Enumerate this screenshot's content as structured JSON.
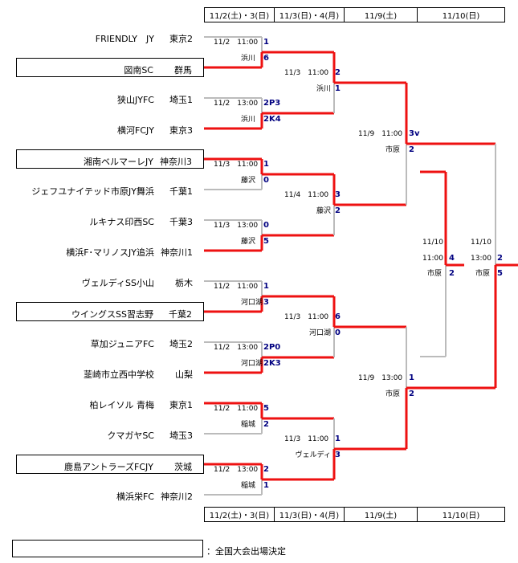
{
  "dates": [
    "11/2(土)・3(日)",
    "11/3(日)・4(月)",
    "11/9(土)",
    "11/10(日)"
  ],
  "colors": {
    "winner": "#ee1111",
    "loser": "#bbbbbb",
    "score": "#000080"
  },
  "teams": [
    {
      "name": "FRIENDLY　JY",
      "pref": "東京2",
      "qualified": false
    },
    {
      "name": "図南SC",
      "pref": "群馬",
      "qualified": true
    },
    {
      "name": "狭山JYFC",
      "pref": "埼玉1",
      "qualified": false
    },
    {
      "name": "横河FCJY",
      "pref": "東京3",
      "qualified": false
    },
    {
      "name": "湘南ベルマーレJY",
      "pref": "神奈川3",
      "qualified": true
    },
    {
      "name": "ジェフユナイテッド市原JY舞浜",
      "pref": "千葉1",
      "qualified": false
    },
    {
      "name": "ルキナス印西SC",
      "pref": "千葉3",
      "qualified": false
    },
    {
      "name": "横浜F･マリノスJY追浜",
      "pref": "神奈川1",
      "qualified": false
    },
    {
      "name": "ヴェルディSS小山",
      "pref": "栃木",
      "qualified": false
    },
    {
      "name": "ウイングスSS習志野",
      "pref": "千葉2",
      "qualified": true
    },
    {
      "name": "草加ジュニアFC",
      "pref": "埼玉2",
      "qualified": false
    },
    {
      "name": "韮崎市立西中学校",
      "pref": "山梨",
      "qualified": false
    },
    {
      "name": "柏レイソル 青梅",
      "pref": "東京1",
      "qualified": false
    },
    {
      "name": "クマガヤSC",
      "pref": "埼玉3",
      "qualified": false
    },
    {
      "name": "鹿島アントラーズFCJY",
      "pref": "茨城",
      "qualified": true
    },
    {
      "name": "横浜栄FC",
      "pref": "神奈川2",
      "qualified": false
    }
  ],
  "round1": [
    {
      "time": "11/2　11:00",
      "venue": "浜川",
      "top": "1",
      "bottom": "6"
    },
    {
      "time": "11/2　13:00",
      "venue": "浜川",
      "top": "2P3",
      "bottom": "2K4"
    },
    {
      "time": "11/3　11:00",
      "venue": "藤沢",
      "top": "1",
      "bottom": "0"
    },
    {
      "time": "11/3　13:00",
      "venue": "藤沢",
      "top": "0",
      "bottom": "5"
    },
    {
      "time": "11/2　11:00",
      "venue": "河口湖",
      "top": "1",
      "bottom": "3"
    },
    {
      "time": "11/2　13:00",
      "venue": "河口湖",
      "top": "2P0",
      "bottom": "2K3"
    },
    {
      "time": "11/2　11:00",
      "venue": "稲城",
      "top": "5",
      "bottom": "2"
    },
    {
      "time": "11/2　13:00",
      "venue": "稲城",
      "top": "2",
      "bottom": "1"
    }
  ],
  "round2": [
    {
      "time": "11/3　11:00",
      "venue": "浜川",
      "top": "2",
      "bottom": "1"
    },
    {
      "time": "11/4　11:00",
      "venue": "藤沢",
      "top": "3",
      "bottom": "2"
    },
    {
      "time": "11/3　11:00",
      "venue": "河口湖",
      "top": "6",
      "bottom": "0"
    },
    {
      "time": "11/3　11:00",
      "venue": "ヴェルディ",
      "top": "1",
      "bottom": "3"
    }
  ],
  "round3": [
    {
      "time": "11/9　11:00",
      "venue": "市原",
      "top": "3v",
      "bottom": "2"
    },
    {
      "time": "11/9　13:00",
      "venue": "市原",
      "top": "1",
      "bottom": "2"
    }
  ],
  "final_left": {
    "date": "11/10",
    "time": "11:00",
    "venue": "市原",
    "top": "4",
    "bottom": "2"
  },
  "final_right": {
    "date": "11/10",
    "time": "13:00",
    "venue": "市原",
    "top": "2",
    "bottom": "5"
  },
  "legend": {
    "label": "：全国大会出場決定"
  }
}
